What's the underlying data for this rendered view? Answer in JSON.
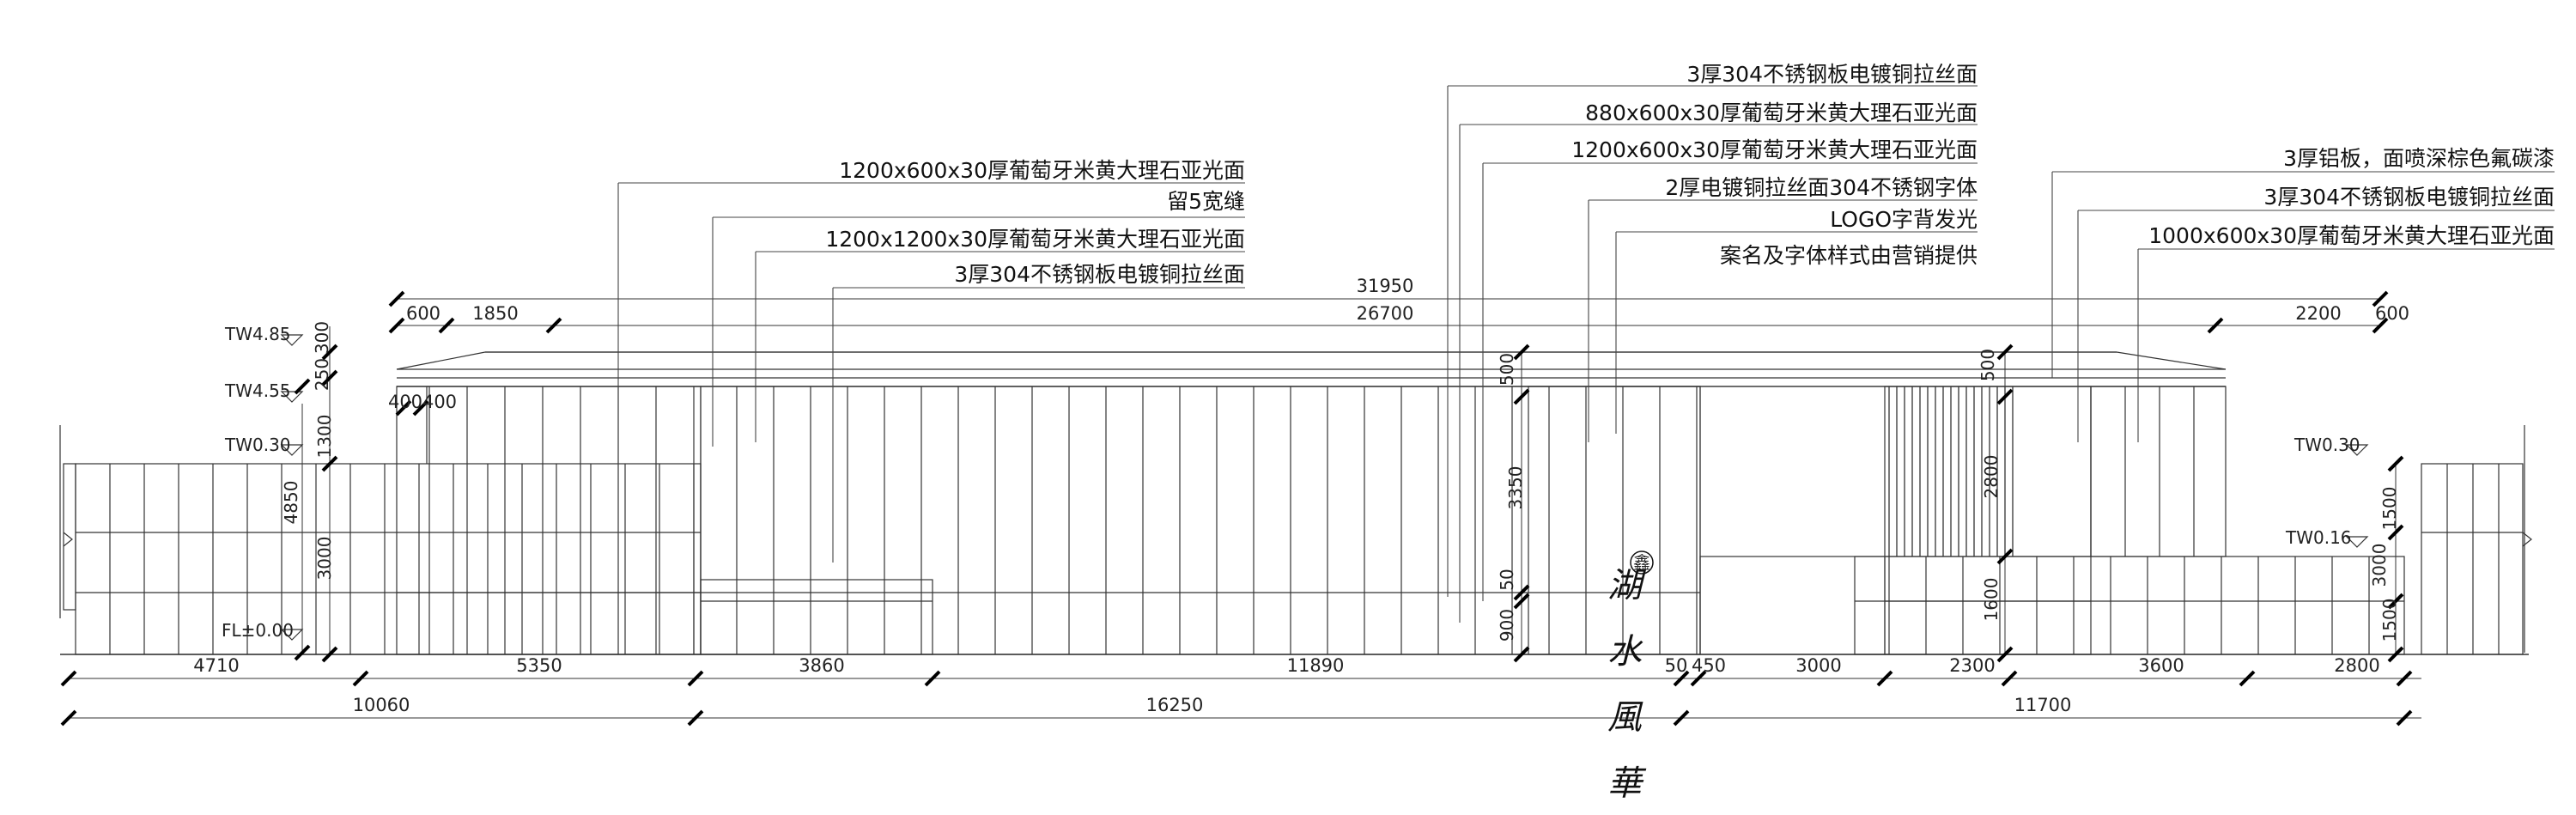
{
  "callouts_left": [
    "1200x600x30厚葡萄牙米黄大理石亚光面",
    "留5宽缝",
    "1200x1200x30厚葡萄牙米黄大理石亚光面",
    "3厚304不锈钢板电镀铜拉丝面"
  ],
  "callouts_center": [
    "3厚304不锈钢板电镀铜拉丝面",
    "880x600x30厚葡萄牙米黄大理石亚光面",
    "1200x600x30厚葡萄牙米黄大理石亚光面",
    "2厚电镀铜拉丝面304不锈钢字体",
    "LOGO字背发光",
    "案名及字体样式由营销提供"
  ],
  "callouts_right": [
    "3厚铝板，面喷深棕色氟碳漆",
    "3厚304不锈钢板电镀铜拉丝面",
    "1000x600x30厚葡萄牙米黄大理石亚光面"
  ],
  "top_dims": {
    "overall": "31950",
    "inner": "26700",
    "left_a": "600",
    "left_b": "1850",
    "right_a": "2200",
    "right_b": "600"
  },
  "bottom_dims_row1": [
    "4710",
    "5350",
    "3860",
    "11890",
    "50",
    "450",
    "3000",
    "2300",
    "3600",
    "2800"
  ],
  "bottom_dims_row2": [
    "10060",
    "16250",
    "11700"
  ],
  "left_vertical_dims": [
    "300",
    "250",
    "1300",
    "4850",
    "3000"
  ],
  "small_dims": {
    "a": "400",
    "b": "400"
  },
  "center_vertical_dims": [
    "500",
    "3350",
    "50",
    "900"
  ],
  "right_vertical_dims": [
    "500",
    "2800",
    "1600"
  ],
  "far_right_vertical_dims": [
    "1500",
    "3000",
    "1500"
  ],
  "levels": {
    "tw485": "TW4.85",
    "tw455": "TW4.55",
    "tw030_left": "TW0.30",
    "fl": "FL±0.00",
    "tw030_right": "TW0.30",
    "tw016": "TW0.16"
  },
  "brand_text": "湖 水 風 華",
  "logo_mark": "鑫"
}
